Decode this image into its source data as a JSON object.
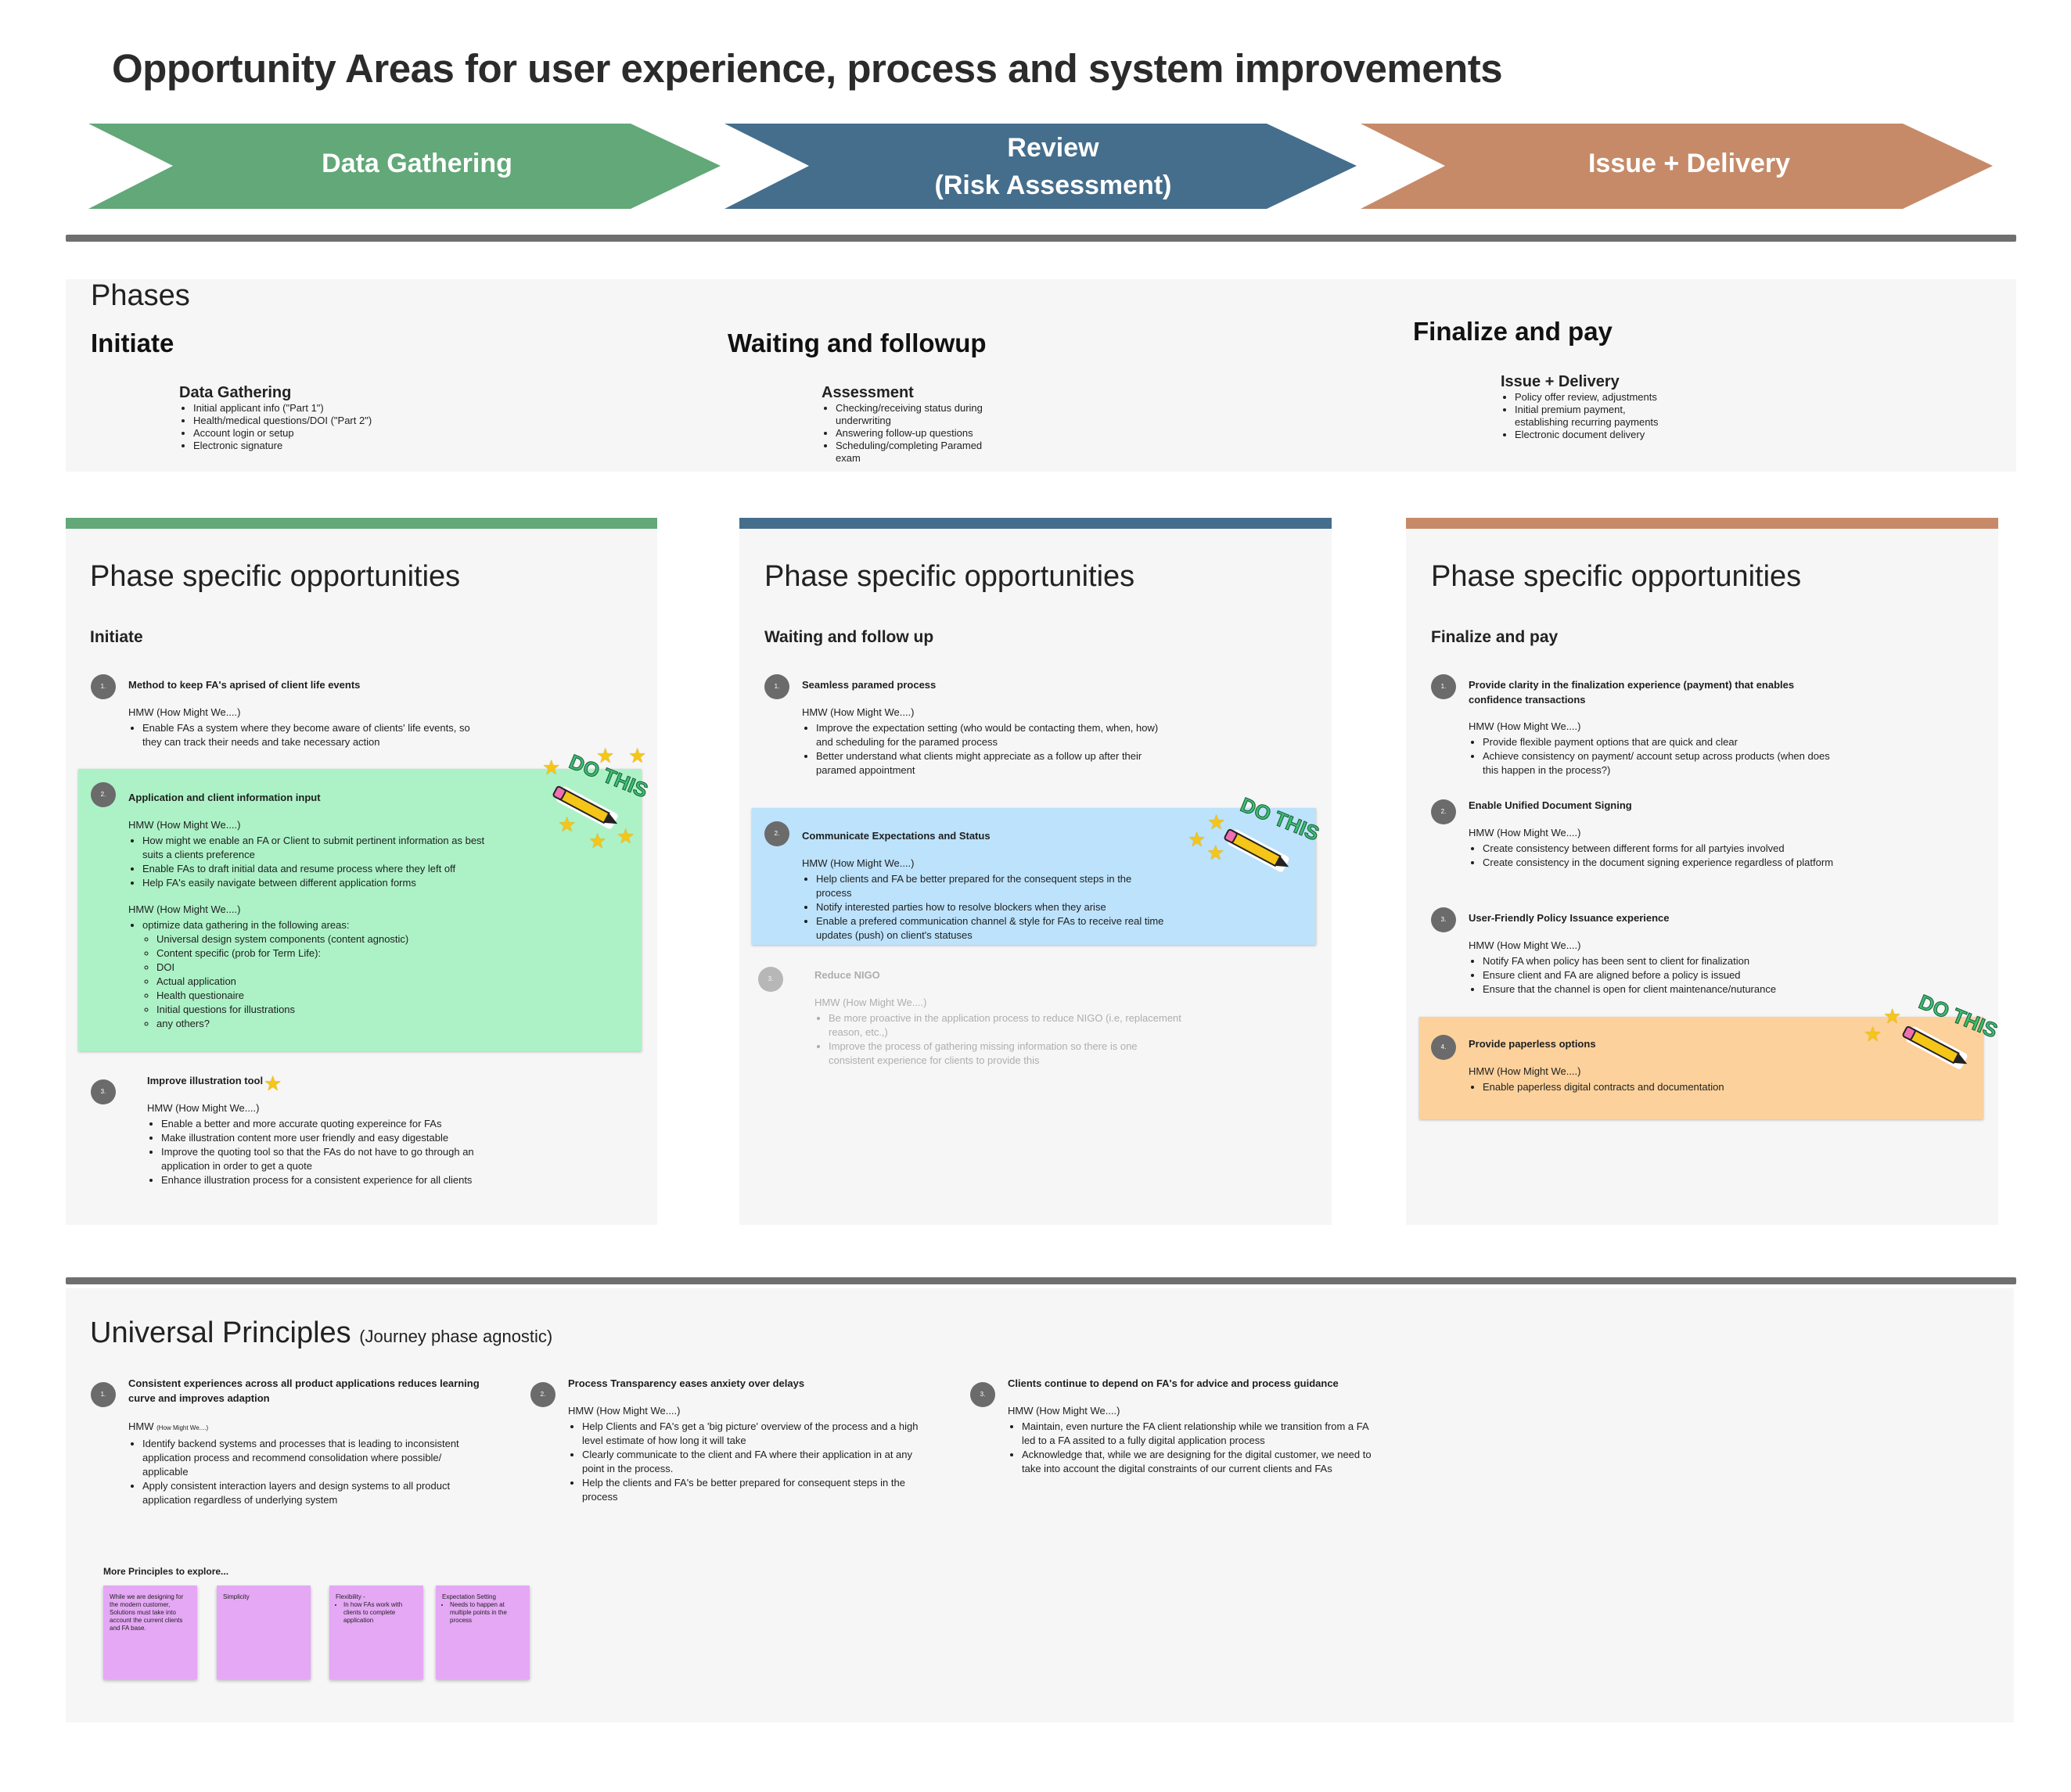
{
  "title": "Opportunity Areas for user experience, process and system improvements",
  "chevrons": [
    {
      "label": "Data Gathering",
      "color": "#62a878"
    },
    {
      "label": "Review\n(Risk Assessment)",
      "color": "#456e8d"
    },
    {
      "label": "Issue + Delivery",
      "color": "#c68a68"
    }
  ],
  "phases": {
    "heading": "Phases",
    "items": [
      {
        "name": "Initiate",
        "sub": "Data Gathering",
        "bullets": [
          "Initial applicant info (\"Part 1\")",
          "Health/medical questions/DOI (\"Part 2\")",
          "Account login or setup",
          "Electronic signature"
        ]
      },
      {
        "name": "Waiting and followup",
        "sub": "Assessment",
        "bullets": [
          "Checking/receiving status during underwriting",
          "Answering follow-up questions",
          "Scheduling/completing Paramed exam"
        ]
      },
      {
        "name": "Finalize and pay",
        "sub": "Issue + Delivery",
        "bullets": [
          "Policy offer review, adjustments",
          "Initial premium payment, establishing recurring payments",
          "Electronic document delivery"
        ]
      }
    ]
  },
  "columns": [
    {
      "title": "Phase specific opportunities",
      "sub": "Initiate",
      "bar_color": "#62a878",
      "items": [
        {
          "num": "1.",
          "title": "Method to keep FA's aprised of client life events",
          "hmw": "HMW (How Might We....)",
          "bullets": [
            "Enable FAs a system where they become aware of clients' life events, so they can track their needs and take necessary action"
          ]
        },
        {
          "num": "2.",
          "title": "Application and client information input",
          "hmw": "HMW (How Might We....)",
          "bullets": [
            "How might we enable an FA or Client to submit pertinent information as best suits a clients preference",
            "Enable FAs to draft initial data and resume process where they left off",
            "Help FA's easily navigate between different application forms"
          ],
          "hmw2": "HMW (How Might We....)",
          "bullet2": "optimize data gathering in the following areas:",
          "sub_bullets": [
            "Universal design system components (content agnostic)",
            "Content specific (prob for Term Life):",
            "DOI",
            "Actual application",
            "Health questionaire",
            "Initial questions for illustrations",
            "any others?"
          ]
        },
        {
          "num": "3.",
          "title": "Improve illustration tool",
          "hmw": "HMW (How Might We....)",
          "bullets": [
            "Enable a better and more accurate quoting expereince for FAs",
            "Make illustration content more user friendly and easy digestable",
            "Improve the quoting tool so that the FAs do not have to go through an application in order to get a quote",
            "Enhance illustration process for a consistent experience for all clients"
          ]
        }
      ]
    },
    {
      "title": "Phase specific opportunities",
      "sub": "Waiting and follow up",
      "bar_color": "#456e8d",
      "items": [
        {
          "num": "1.",
          "title": "Seamless paramed process",
          "hmw": "HMW (How Might We....)",
          "bullets": [
            "Improve the expectation setting (who would be contacting them, when, how) and scheduling for the paramed process",
            "Better understand what clients might appreciate as a follow up after their paramed appointment"
          ]
        },
        {
          "num": "2.",
          "title": "Communicate Expectations and Status",
          "hmw": "HMW (How Might We....)",
          "bullets": [
            "Help clients and FA be better prepared for the consequent steps in the process",
            "Notify interested parties how to resolve blockers when they arise",
            "Enable a prefered communication channel & style for FAs to receive real time updates (push) on client's statuses"
          ]
        },
        {
          "num": "3.",
          "title": "Reduce NIGO",
          "hmw": "HMW (How Might We....)",
          "bullets": [
            "Be more proactive in the application process to reduce NIGO (i.e, replacement reason, etc.,)",
            "Improve the process of gathering missing information so there is one consistent experience for clients to provide this"
          ]
        }
      ]
    },
    {
      "title": "Phase specific opportunities",
      "sub": "Finalize and pay",
      "bar_color": "#c68a68",
      "items": [
        {
          "num": "1.",
          "title": "Provide clarity in the finalization experience (payment) that enables confidence transactions",
          "hmw": "HMW (How Might We....)",
          "bullets": [
            "Provide flexible payment options that are quick and clear",
            "Achieve consistency on payment/ account setup across products (when does this happen in the process?)"
          ]
        },
        {
          "num": "2.",
          "title": "Enable Unified Document Signing",
          "hmw": "HMW (How Might We....)",
          "bullets": [
            "Create consistency between different forms for all partyies involved",
            "Create consistency in the document signing experience regardless of platform"
          ]
        },
        {
          "num": "3.",
          "title": "User-Friendly Policy Issuance experience",
          "hmw": "HMW (How Might We....)",
          "bullets": [
            "Notify FA when policy has been sent to client for finalization",
            "Ensure client and FA are aligned before a policy is issued",
            "Ensure that the channel is open for client maintenance/nuturance"
          ]
        },
        {
          "num": "4.",
          "title": "Provide paperless options",
          "hmw": "HMW (How Might We....)",
          "bullets": [
            "Enable paperless digital contracts and documentation"
          ]
        }
      ]
    }
  ],
  "sticker_text": "DO THIS",
  "universal": {
    "title": "Universal Principles",
    "title_suffix": "(Journey phase agnostic)",
    "items": [
      {
        "num": "1.",
        "title": "Consistent experiences across all product applications reduces learning curve and improves adaption",
        "hmw": "HMW",
        "hmw_small": "(How Might We....)",
        "bullets": [
          "Identify backend systems and processes that is leading to inconsistent application process and recommend consolidation where possible/ applicable",
          "Apply consistent interaction layers and design systems to all product application regardless of underlying system"
        ]
      },
      {
        "num": "2.",
        "title": "Process Transparency eases anxiety over delays",
        "hmw": "HMW (How Might We....)",
        "bullets": [
          "Help Clients and FA's get a 'big picture' overview of the process and a high level estimate of how long it will take",
          "Clearly communicate to the client and FA where their application in at any point in the process.",
          "Help the clients and FA's be better prepared for consequent steps in the process"
        ]
      },
      {
        "num": "3.",
        "title": "Clients continue to depend on FA's for advice and process guidance",
        "hmw": "HMW (How Might We....)",
        "bullets": [
          "Maintain, even nurture the FA client relationship while we transition from a FA led to a FA assited to a fully digital application process",
          "Acknowledge that, while we are designing for the digital customer, we need to take into account the digital constraints of our current clients and FAs"
        ]
      }
    ],
    "more_label": "More Principles to explore...",
    "notes": [
      {
        "text": "While we are designing for the modern customer, Solutions must take into account the current clients and FA base."
      },
      {
        "text": "Simplicity"
      },
      {
        "text": "Flexibility -",
        "bullet": "In how FAs work with clients to complete application"
      },
      {
        "text": "Expectation Setting",
        "bullet": "Needs to happen at multiple points in the process"
      }
    ]
  }
}
